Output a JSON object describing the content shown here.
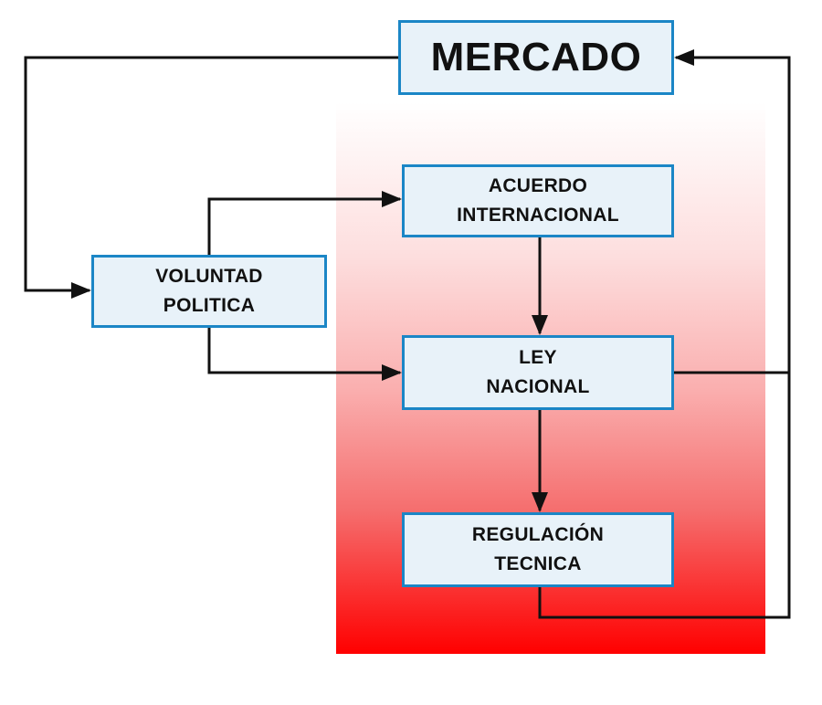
{
  "nodes": {
    "mercado": {
      "lines": [
        "MERCADO"
      ]
    },
    "acuerdo": {
      "lines": [
        "ACUERDO",
        "INTERNACIONAL"
      ]
    },
    "voluntad": {
      "lines": [
        "VOLUNTAD",
        "POLITICA"
      ]
    },
    "ley": {
      "lines": [
        "LEY",
        "NACIONAL"
      ]
    },
    "regulacion": {
      "lines": [
        "REGULACIÓN",
        "TECNICA"
      ]
    }
  },
  "edges": [
    {
      "from": "mercado",
      "to": "voluntad"
    },
    {
      "from": "voluntad",
      "to": "acuerdo"
    },
    {
      "from": "voluntad",
      "to": "ley"
    },
    {
      "from": "acuerdo",
      "to": "ley"
    },
    {
      "from": "ley",
      "to": "regulacion"
    },
    {
      "from": "ley",
      "to": "mercado"
    },
    {
      "from": "regulacion",
      "to": "mercado"
    }
  ],
  "colors": {
    "box_fill": "#e8f2f9",
    "box_border": "#1b86c6",
    "text": "#111111",
    "connector": "#111111",
    "panel_gradient_top": "#ffffff",
    "panel_gradient_bottom": "#ff0000"
  }
}
